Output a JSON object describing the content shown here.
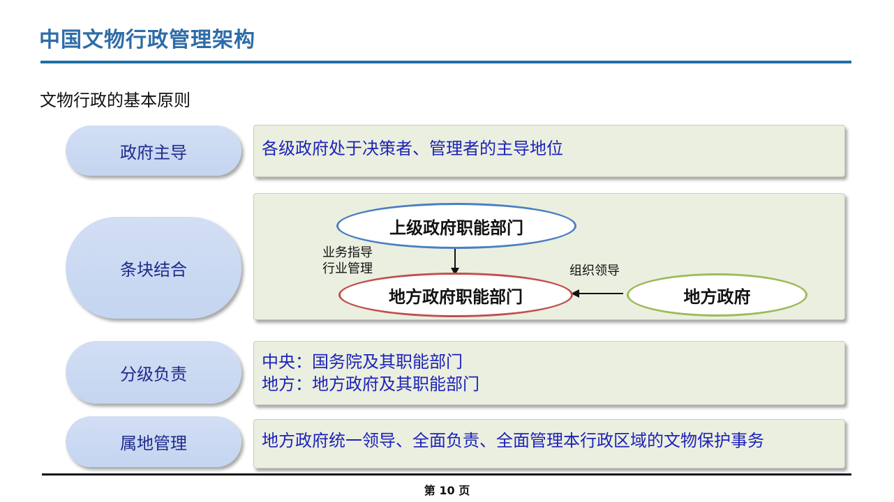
{
  "title": "中国文物行政管理架构",
  "subtitle": "文物行政的基本原则",
  "rows": [
    {
      "label": "政府主导",
      "text": [
        "各级政府处于决策者、管理者的主导地位"
      ]
    },
    {
      "label": "条块结合",
      "diagram": {
        "upper": "上级政府职能部门",
        "lower": "地方政府职能部门",
        "local": "地方政府",
        "vertical_label": [
          "业务指导",
          "行业管理"
        ],
        "horizontal_label": "组织领导"
      }
    },
    {
      "label": "分级负责",
      "text": [
        "中央：国务院及其职能部门",
        "地方：地方政府及其职能部门"
      ]
    },
    {
      "label": "属地管理",
      "text": [
        "地方政府统一领导、全面负责、全面管理本行政区域的文物保护事务"
      ]
    }
  ],
  "footer": {
    "page": "第 10 页"
  },
  "colors": {
    "title": "#2e6ca8",
    "pill": "#c4d5f0",
    "box": "#ebefe0",
    "text_blue": "#1c22b8",
    "upper_ellipse_border": "#4a7fc1",
    "lower_ellipse_border": "#c0504d",
    "local_ellipse_border": "#9bbb59"
  }
}
